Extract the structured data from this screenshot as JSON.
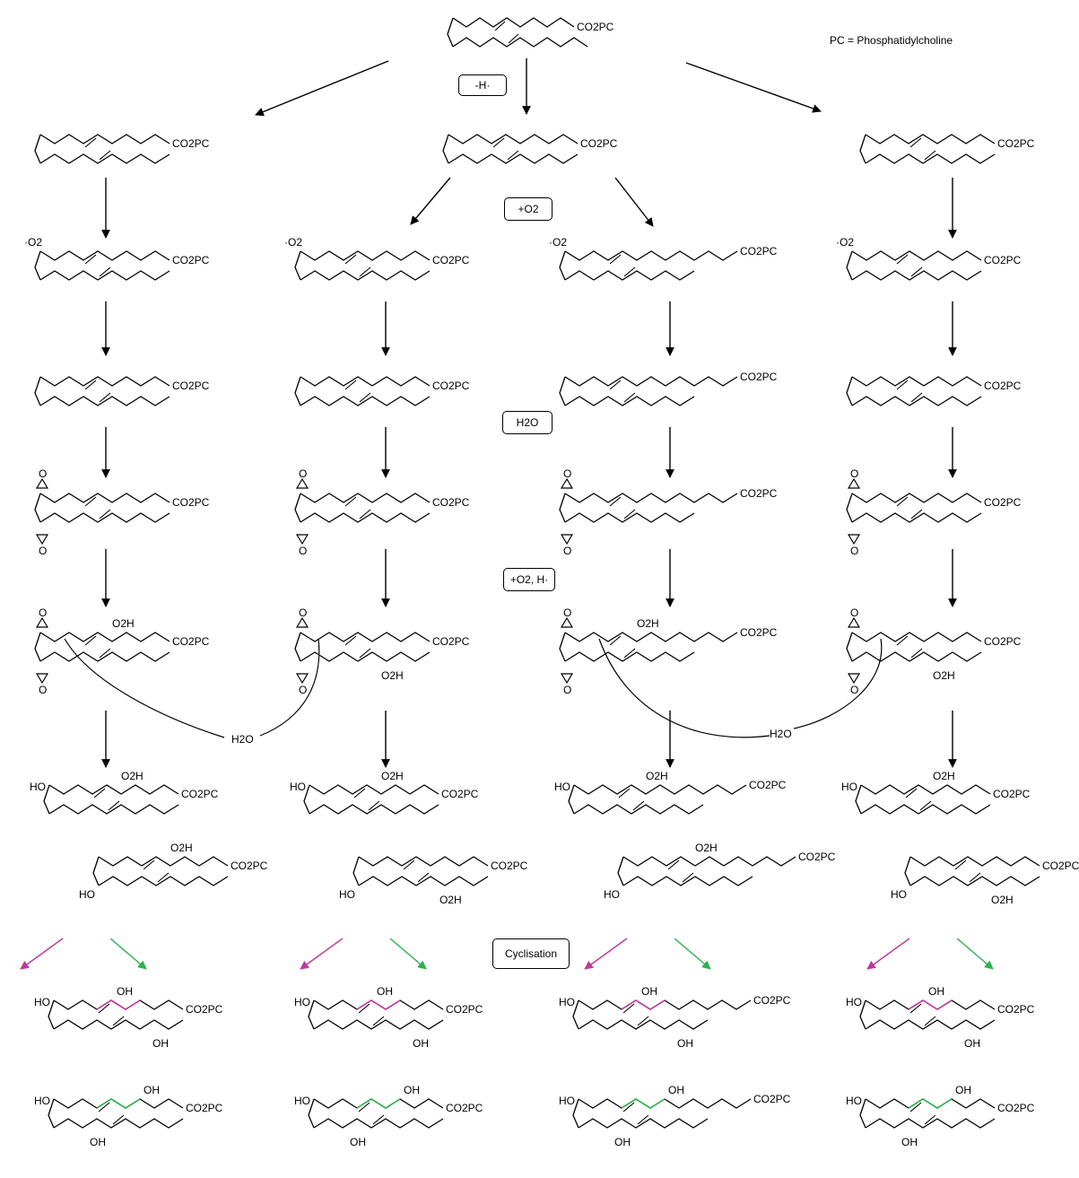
{
  "legend": "PC = Phosphatidylcholine",
  "steps": {
    "h_abstraction": "-H·",
    "oxygenation": "+O2",
    "oxygenation_h": "+O2, H·",
    "hydrolysis": "H2O",
    "cyclisation": "Cyclisation"
  },
  "labels": {
    "ester": "CO2PC",
    "hydroperoxide": "O2H",
    "peroxyl": "·O2",
    "hydroxyl": "OH",
    "ho": "HO",
    "water": "H2O",
    "epoxide_o": "O"
  },
  "colors": {
    "line": "#000000",
    "pathway_magenta": "#c0399a",
    "pathway_green": "#2bb24c"
  }
}
